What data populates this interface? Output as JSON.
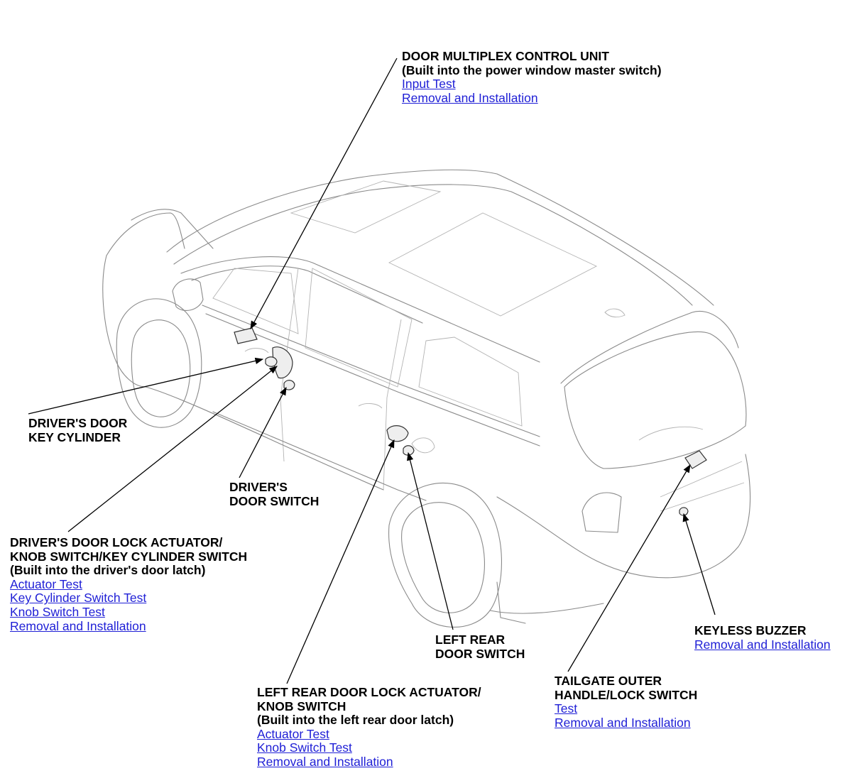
{
  "callouts": {
    "door_multiplex": {
      "title": "DOOR MULTIPLEX CONTROL UNIT",
      "note": "(Built into the power window master switch)",
      "links": [
        "Input Test",
        "Removal and Installation"
      ]
    },
    "drivers_key_cylinder": {
      "line1": "DRIVER'S DOOR",
      "line2": "KEY CYLINDER"
    },
    "drivers_door_switch": {
      "line1": "DRIVER'S",
      "line2": "DOOR SWITCH"
    },
    "drivers_lock_actuator": {
      "line1": "DRIVER'S DOOR LOCK ACTUATOR/",
      "line2": "KNOB SWITCH/KEY CYLINDER SWITCH",
      "note": "(Built into the driver's door latch)",
      "links": [
        "Actuator Test",
        "Key Cylinder Switch Test",
        "Knob Switch Test",
        "Removal and Installation"
      ]
    },
    "left_rear_lock_actuator": {
      "line1": "LEFT REAR DOOR LOCK ACTUATOR/",
      "line2": "KNOB SWITCH",
      "note": "(Built into the left rear door latch)",
      "links": [
        "Actuator Test",
        "Knob Switch Test",
        "Removal and Installation"
      ]
    },
    "left_rear_door_switch": {
      "line1": "LEFT REAR",
      "line2": "DOOR SWITCH"
    },
    "tailgate_handle": {
      "line1": "TAILGATE OUTER",
      "line2": "HANDLE/LOCK SWITCH",
      "links": [
        "Test",
        "Removal and Installation"
      ]
    },
    "keyless_buzzer": {
      "title": "KEYLESS BUZZER",
      "links": [
        "Removal and Installation"
      ]
    }
  },
  "colors": {
    "link": "#1f1fd6",
    "leader": "#000000",
    "vehicle_outline": "#8a8a8a"
  }
}
